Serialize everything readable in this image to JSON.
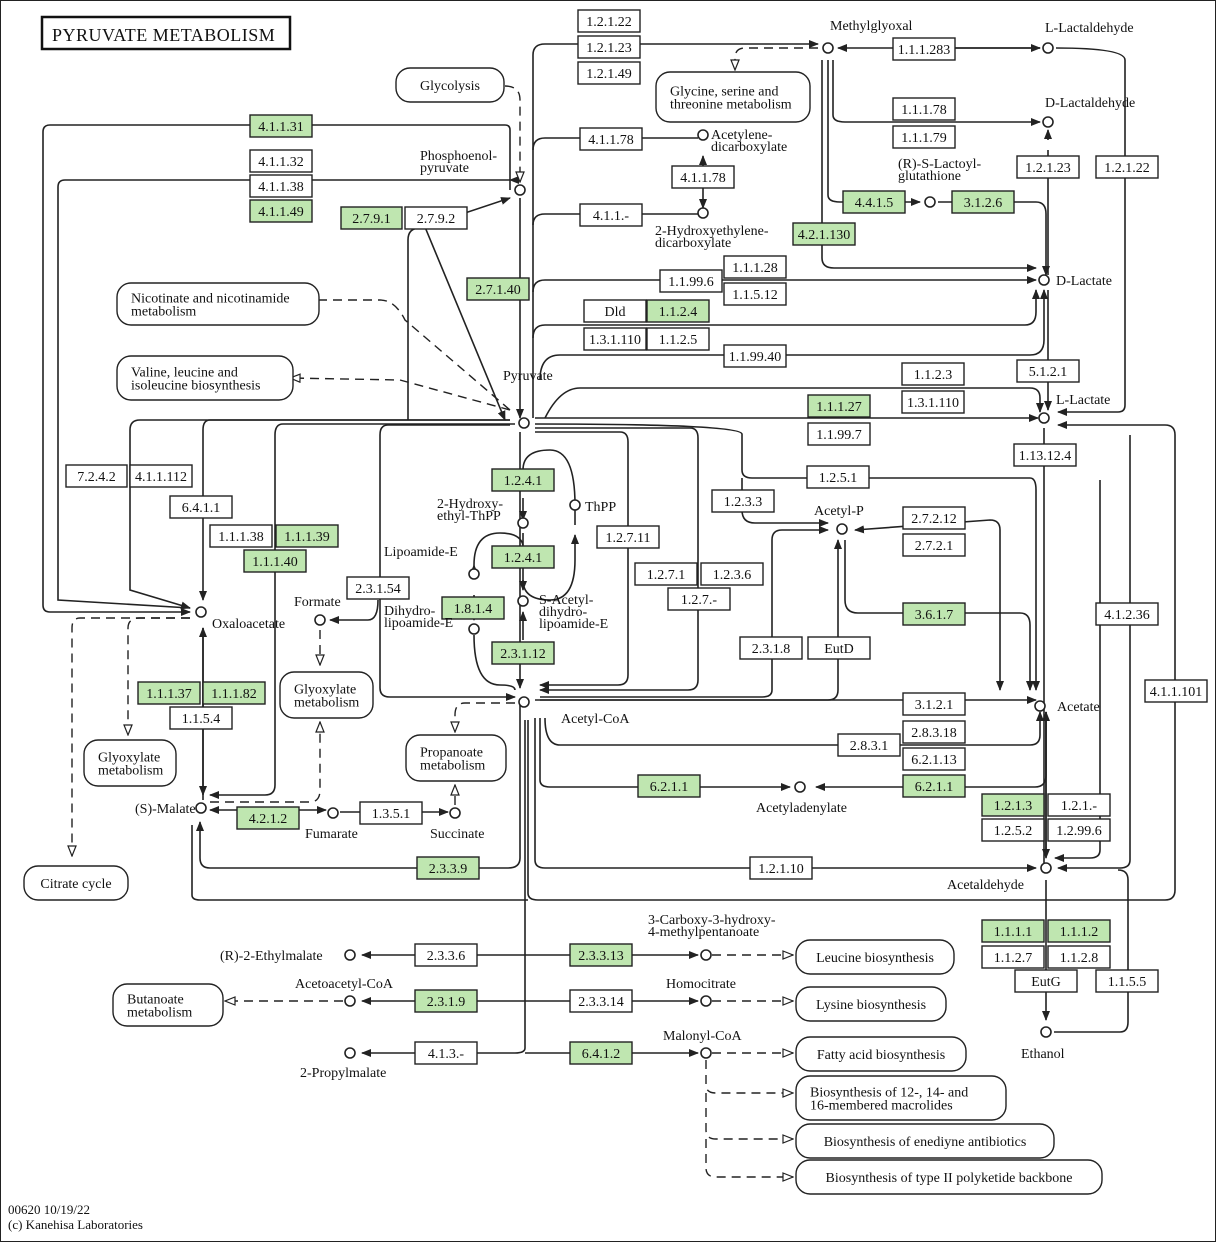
{
  "title": "PYRUVATE METABOLISM",
  "footer": {
    "map_id_date": "00620 10/19/22",
    "copyright": "(c) Kanehisa Laboratories"
  },
  "colors": {
    "highlight": "#bfe6b0",
    "default": "#ffffff",
    "line": "#222222"
  },
  "enzymes": [
    {
      "id": "e1",
      "label": "1.2.1.22",
      "hl": false
    },
    {
      "id": "e2",
      "label": "1.2.1.23",
      "hl": false
    },
    {
      "id": "e3",
      "label": "1.2.1.49",
      "hl": false
    },
    {
      "id": "e4",
      "label": "4.1.1.31",
      "hl": true
    },
    {
      "id": "e5",
      "label": "4.1.1.32",
      "hl": false
    },
    {
      "id": "e6",
      "label": "4.1.1.38",
      "hl": false
    },
    {
      "id": "e7",
      "label": "4.1.1.49",
      "hl": true
    },
    {
      "id": "e8",
      "label": "2.7.9.1",
      "hl": true
    },
    {
      "id": "e9",
      "label": "2.7.9.2",
      "hl": false
    },
    {
      "id": "e10",
      "label": "4.1.1.78",
      "hl": false
    },
    {
      "id": "e11",
      "label": "4.1.1.78",
      "hl": false
    },
    {
      "id": "e12",
      "label": "4.1.1.-",
      "hl": false
    },
    {
      "id": "e13",
      "label": "2.7.1.40",
      "hl": true
    },
    {
      "id": "e14",
      "label": "1.1.99.6",
      "hl": false
    },
    {
      "id": "e15",
      "label": "1.1.1.28",
      "hl": false
    },
    {
      "id": "e16",
      "label": "1.1.5.12",
      "hl": false
    },
    {
      "id": "e17",
      "label": "Dld",
      "hl": false
    },
    {
      "id": "e18",
      "label": "1.1.2.4",
      "hl": true
    },
    {
      "id": "e19",
      "label": "1.3.1.110",
      "hl": false
    },
    {
      "id": "e20",
      "label": "1.1.2.5",
      "hl": false
    },
    {
      "id": "e21",
      "label": "1.1.99.40",
      "hl": false
    },
    {
      "id": "e22",
      "label": "1.1.1.283",
      "hl": false
    },
    {
      "id": "e23",
      "label": "1.1.1.78",
      "hl": false
    },
    {
      "id": "e24",
      "label": "1.1.1.79",
      "hl": false
    },
    {
      "id": "e25",
      "label": "4.4.1.5",
      "hl": true
    },
    {
      "id": "e26",
      "label": "3.1.2.6",
      "hl": true
    },
    {
      "id": "e27",
      "label": "4.2.1.130",
      "hl": true
    },
    {
      "id": "e28",
      "label": "1.2.1.23",
      "hl": false
    },
    {
      "id": "e29",
      "label": "1.2.1.22",
      "hl": false
    },
    {
      "id": "e30",
      "label": "1.1.2.3",
      "hl": false
    },
    {
      "id": "e31",
      "label": "1.3.1.110",
      "hl": false
    },
    {
      "id": "e32",
      "label": "5.1.2.1",
      "hl": false
    },
    {
      "id": "e33",
      "label": "1.1.1.27",
      "hl": true
    },
    {
      "id": "e34",
      "label": "1.1.99.7",
      "hl": false
    },
    {
      "id": "e35",
      "label": "1.13.12.4",
      "hl": false
    },
    {
      "id": "e36",
      "label": "7.2.4.2",
      "hl": false
    },
    {
      "id": "e37",
      "label": "4.1.1.112",
      "hl": false
    },
    {
      "id": "e38",
      "label": "6.4.1.1",
      "hl": false
    },
    {
      "id": "e39",
      "label": "1.1.1.38",
      "hl": false
    },
    {
      "id": "e40",
      "label": "1.1.1.39",
      "hl": true
    },
    {
      "id": "e41",
      "label": "1.1.1.40",
      "hl": true
    },
    {
      "id": "e42",
      "label": "1.2.4.1",
      "hl": true
    },
    {
      "id": "e43",
      "label": "1.2.4.1",
      "hl": true
    },
    {
      "id": "e44",
      "label": "1.8.1.4",
      "hl": true
    },
    {
      "id": "e45",
      "label": "2.3.1.12",
      "hl": true
    },
    {
      "id": "e46",
      "label": "2.3.1.54",
      "hl": false
    },
    {
      "id": "e47",
      "label": "1.2.7.11",
      "hl": false
    },
    {
      "id": "e48",
      "label": "1.2.7.1",
      "hl": false
    },
    {
      "id": "e49",
      "label": "1.2.3.6",
      "hl": false
    },
    {
      "id": "e50",
      "label": "1.2.7.-",
      "hl": false
    },
    {
      "id": "e51",
      "label": "1.2.3.3",
      "hl": false
    },
    {
      "id": "e52",
      "label": "1.2.5.1",
      "hl": false
    },
    {
      "id": "e53",
      "label": "2.7.2.12",
      "hl": false
    },
    {
      "id": "e54",
      "label": "2.7.2.1",
      "hl": false
    },
    {
      "id": "e55",
      "label": "3.6.1.7",
      "hl": true
    },
    {
      "id": "e56",
      "label": "2.3.1.8",
      "hl": false
    },
    {
      "id": "e57",
      "label": "EutD",
      "hl": false
    },
    {
      "id": "e58",
      "label": "4.1.2.36",
      "hl": false
    },
    {
      "id": "e59",
      "label": "4.1.1.101",
      "hl": false
    },
    {
      "id": "e60",
      "label": "3.1.2.1",
      "hl": false
    },
    {
      "id": "e61",
      "label": "2.8.3.18",
      "hl": false
    },
    {
      "id": "e62",
      "label": "2.8.3.1",
      "hl": false
    },
    {
      "id": "e63",
      "label": "6.2.1.13",
      "hl": false
    },
    {
      "id": "e64",
      "label": "6.2.1.1",
      "hl": true
    },
    {
      "id": "e65",
      "label": "6.2.1.1",
      "hl": true
    },
    {
      "id": "e66",
      "label": "1.2.1.3",
      "hl": true
    },
    {
      "id": "e67",
      "label": "1.2.1.-",
      "hl": false
    },
    {
      "id": "e68",
      "label": "1.2.5.2",
      "hl": false
    },
    {
      "id": "e69",
      "label": "1.2.99.6",
      "hl": false
    },
    {
      "id": "e70",
      "label": "1.2.1.10",
      "hl": false
    },
    {
      "id": "e71",
      "label": "1.1.1.37",
      "hl": true
    },
    {
      "id": "e72",
      "label": "1.1.1.82",
      "hl": true
    },
    {
      "id": "e73",
      "label": "1.1.5.4",
      "hl": false
    },
    {
      "id": "e74",
      "label": "4.2.1.2",
      "hl": true
    },
    {
      "id": "e75",
      "label": "1.3.5.1",
      "hl": false
    },
    {
      "id": "e76",
      "label": "2.3.3.9",
      "hl": true
    },
    {
      "id": "e77",
      "label": "1.1.1.1",
      "hl": true
    },
    {
      "id": "e78",
      "label": "1.1.1.2",
      "hl": true
    },
    {
      "id": "e79",
      "label": "1.1.2.7",
      "hl": false
    },
    {
      "id": "e80",
      "label": "1.1.2.8",
      "hl": false
    },
    {
      "id": "e81",
      "label": "EutG",
      "hl": false
    },
    {
      "id": "e82",
      "label": "1.1.5.5",
      "hl": false
    },
    {
      "id": "e83",
      "label": "2.3.3.6",
      "hl": false
    },
    {
      "id": "e84",
      "label": "2.3.3.13",
      "hl": true
    },
    {
      "id": "e85",
      "label": "2.3.1.9",
      "hl": true
    },
    {
      "id": "e86",
      "label": "2.3.3.14",
      "hl": false
    },
    {
      "id": "e87",
      "label": "4.1.3.-",
      "hl": false
    },
    {
      "id": "e88",
      "label": "6.4.1.2",
      "hl": true
    }
  ],
  "compounds": [
    {
      "id": "c_mgx",
      "label": [
        "Methylglyoxal"
      ]
    },
    {
      "id": "c_llald",
      "label": [
        "L-Lactaldehyde"
      ]
    },
    {
      "id": "c_dlald",
      "label": [
        "D-Lactaldehyde"
      ]
    },
    {
      "id": "c_lgsh",
      "label": [
        "(R)-S-Lactoyl-",
        "glutathione"
      ]
    },
    {
      "id": "c_dlac",
      "label": [
        "D-Lactate"
      ]
    },
    {
      "id": "c_llac",
      "label": [
        "L-Lactate"
      ]
    },
    {
      "id": "c_pep",
      "label": [
        "Phosphoenol-",
        "pyruvate"
      ]
    },
    {
      "id": "c_acdc",
      "label": [
        "Acetylene-",
        "dicarboxylate"
      ]
    },
    {
      "id": "c_hedc",
      "label": [
        "2-Hydroxyethylene-",
        "dicarboxylate"
      ]
    },
    {
      "id": "c_pyr",
      "label": [
        "Pyruvate"
      ]
    },
    {
      "id": "c_heth",
      "label": [
        "2-Hydroxy-",
        "ethyl-ThPP"
      ]
    },
    {
      "id": "c_thpp",
      "label": [
        "ThPP"
      ]
    },
    {
      "id": "c_lipe",
      "label": [
        "Lipoamide-E"
      ]
    },
    {
      "id": "c_sadl",
      "label": [
        "S-Acetyl-",
        "dihydro-",
        "lipoamide-E"
      ]
    },
    {
      "id": "c_dhle",
      "label": [
        "Dihydro-",
        "lipoamide-E"
      ]
    },
    {
      "id": "c_form",
      "label": [
        "Formate"
      ]
    },
    {
      "id": "c_oaa",
      "label": [
        "Oxaloacetate"
      ]
    },
    {
      "id": "c_accoa",
      "label": [
        "Acetyl-CoA"
      ]
    },
    {
      "id": "c_acp",
      "label": [
        "Acetyl-P"
      ]
    },
    {
      "id": "c_ac",
      "label": [
        "Acetate"
      ]
    },
    {
      "id": "c_acad",
      "label": [
        "Acetyladenylate"
      ]
    },
    {
      "id": "c_acald",
      "label": [
        "Acetaldehyde"
      ]
    },
    {
      "id": "c_etoh",
      "label": [
        "Ethanol"
      ]
    },
    {
      "id": "c_mal",
      "label": [
        "(S)-Malate"
      ]
    },
    {
      "id": "c_fum",
      "label": [
        "Fumarate"
      ]
    },
    {
      "id": "c_succ",
      "label": [
        "Succinate"
      ]
    },
    {
      "id": "c_etm",
      "label": [
        "(R)-2-Ethylmalate"
      ]
    },
    {
      "id": "c_aacoa",
      "label": [
        "Acetoacetyl-CoA"
      ]
    },
    {
      "id": "c_prm",
      "label": [
        "2-Propylmalate"
      ]
    },
    {
      "id": "c_chmp",
      "label": [
        "3-Carboxy-3-hydroxy-",
        "4-methylpentanoate"
      ]
    },
    {
      "id": "c_hcit",
      "label": [
        "Homocitrate"
      ]
    },
    {
      "id": "c_mcoa",
      "label": [
        "Malonyl-CoA"
      ]
    }
  ],
  "maps": [
    {
      "id": "m_glyc",
      "label": [
        "Glycolysis"
      ]
    },
    {
      "id": "m_gst",
      "label": [
        "Glycine, serine and",
        "threonine metabolism"
      ]
    },
    {
      "id": "m_nic",
      "label": [
        "Nicotinate and nicotinamide",
        "metabolism"
      ]
    },
    {
      "id": "m_vli",
      "label": [
        "Valine, leucine and",
        "isoleucine biosynthesis"
      ]
    },
    {
      "id": "m_glx1",
      "label": [
        "Glyoxylate",
        "metabolism"
      ]
    },
    {
      "id": "m_glx2",
      "label": [
        "Glyoxylate",
        "metabolism"
      ]
    },
    {
      "id": "m_prop",
      "label": [
        "Propanoate",
        "metabolism"
      ]
    },
    {
      "id": "m_tca",
      "label": [
        "Citrate cycle"
      ]
    },
    {
      "id": "m_but",
      "label": [
        "Butanoate",
        "metabolism"
      ]
    },
    {
      "id": "m_leu",
      "label": [
        "Leucine biosynthesis"
      ]
    },
    {
      "id": "m_lys",
      "label": [
        "Lysine biosynthesis"
      ]
    },
    {
      "id": "m_fab",
      "label": [
        "Fatty acid biosynthesis"
      ]
    },
    {
      "id": "m_mac",
      "label": [
        "Biosynthesis of 12-, 14- and",
        "16-membered macrolides"
      ]
    },
    {
      "id": "m_ene",
      "label": [
        "Biosynthesis of enediyne antibiotics"
      ]
    },
    {
      "id": "m_pk2",
      "label": [
        "Biosynthesis of type II polyketide backbone"
      ]
    }
  ]
}
